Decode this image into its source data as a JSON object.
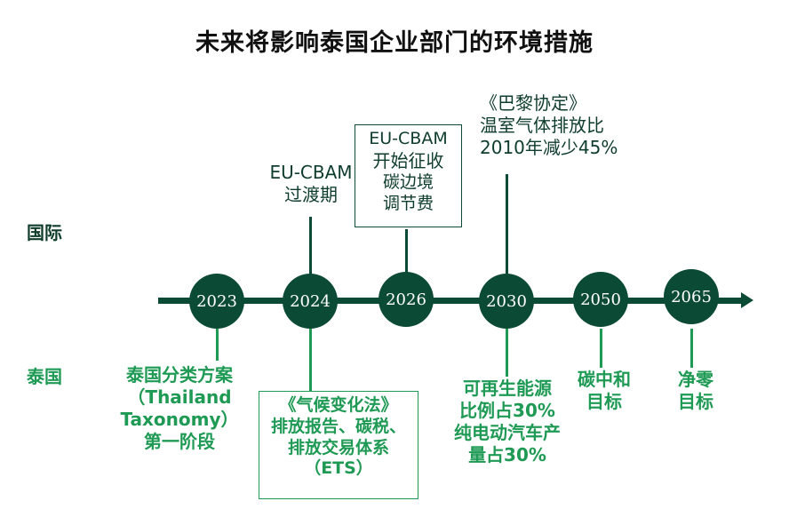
{
  "title": "未来将影响泰国企业部门的环境措施",
  "labels": {
    "international": "国际",
    "thailand": "泰国"
  },
  "years": [
    "2023",
    "2024",
    "2026",
    "2030",
    "2050",
    "2065"
  ],
  "international_events": {
    "y2024": [
      "EU-CBAM",
      "过渡期"
    ],
    "y2026": [
      "EU-CBAM",
      "开始征收",
      "碳边境",
      "调节费"
    ],
    "y2030": [
      "《巴黎协定》",
      "温室气体排放比",
      "2010年减少45%"
    ]
  },
  "thailand_events": {
    "y2023": [
      "泰国分类方案",
      "（Thailand",
      "Taxonomy）",
      "第一阶段"
    ],
    "y2024": [
      "《气候变化法》",
      "排放报告、碳税、",
      "排放交易体系",
      "（ETS）"
    ],
    "y2030": [
      "可再生能源",
      "比例占30%",
      "纯电动汽车产",
      "量占30%"
    ],
    "y2050": [
      "碳中和",
      "目标"
    ],
    "y2065": [
      "净零",
      "目标"
    ]
  },
  "colors": {
    "dark_green": "#0b4a35",
    "bright_green": "#1f9a55"
  }
}
